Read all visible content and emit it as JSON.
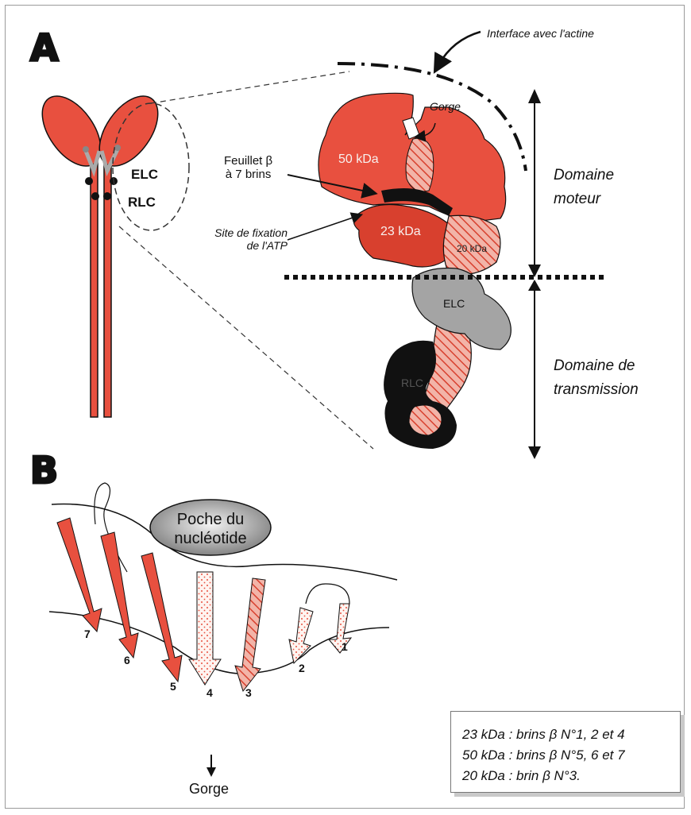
{
  "panel_a": {
    "letter": "A",
    "actin_interface": "Interface avec l'actine",
    "gorge_small": "Gorge",
    "label_50kda": "50 kDa",
    "label_23kda": "23 kDa",
    "label_20kda": "20 kDa",
    "feuillet_line1": "Feuillet β",
    "feuillet_line2": "à 7 brins",
    "atp_line1": "Site de fixation",
    "atp_line2": "de l'ATP",
    "elc_left": "ELC",
    "rlc_left": "RLC",
    "elc_right": "ELC",
    "rlc_right": "RLC",
    "domaine_moteur_1": "Domaine",
    "domaine_moteur_2": "moteur",
    "domaine_trans_1": "Domaine de",
    "domaine_trans_2": "transmission"
  },
  "panel_b": {
    "letter": "B",
    "poche_1": "Poche du",
    "poche_2": "nucléotide",
    "strand_numbers": [
      "7",
      "6",
      "5",
      "4",
      "3",
      "2",
      "1"
    ],
    "gorge": "Gorge"
  },
  "legend": {
    "line1": "23 kDa : brins β N°1, 2 et 4",
    "line2": "50 kDa : brins β N°5, 6 et 7",
    "line3": "20 kDa : brin β N°3."
  },
  "colors": {
    "red": "#e8503f",
    "dark_red": "#d8402e",
    "grey": "#a4a4a4",
    "black": "#111111"
  }
}
